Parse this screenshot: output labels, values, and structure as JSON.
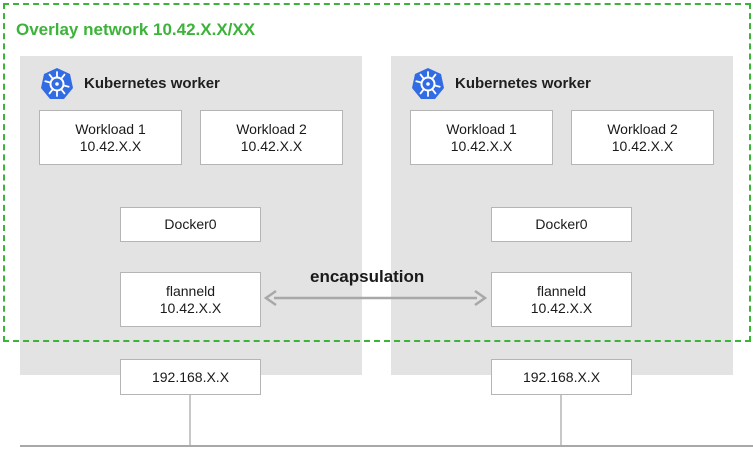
{
  "overlay": {
    "label": "Overlay network 10.42.X.X/XX"
  },
  "workers": [
    {
      "title": "Kubernetes worker",
      "workload1": {
        "name": "Workload 1",
        "ip": "10.42.X.X"
      },
      "workload2": {
        "name": "Workload 2",
        "ip": "10.42.X.X"
      },
      "docker": "Docker0",
      "flannel": {
        "name": "flanneld",
        "ip": "10.42.X.X"
      },
      "host_ip": "192.168.X.X"
    },
    {
      "title": "Kubernetes worker",
      "workload1": {
        "name": "Workload 1",
        "ip": "10.42.X.X"
      },
      "workload2": {
        "name": "Workload 2",
        "ip": "10.42.X.X"
      },
      "docker": "Docker0",
      "flannel": {
        "name": "flanneld",
        "ip": "10.42.X.X"
      },
      "host_ip": "192.168.X.X"
    }
  ],
  "encapsulation_label": "encapsulation",
  "icons": {
    "worker": "kubernetes-helm-icon"
  },
  "colors": {
    "overlay": "#3cb339",
    "kubernetes": "#326ce5",
    "worker_bg": "#e3e3e3"
  }
}
